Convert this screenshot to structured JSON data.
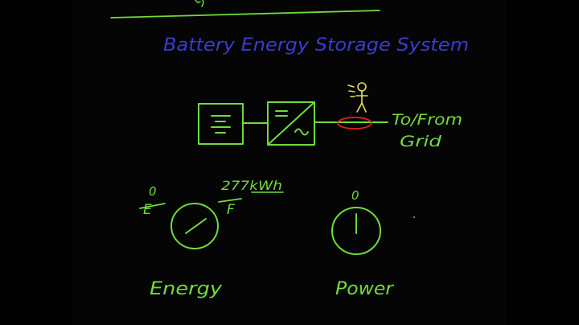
{
  "title": "Battery Energy Storage System",
  "labels": {
    "grid_line1": "To/From",
    "grid_line2": "Grid",
    "capacity": "277kWh",
    "energy_zero": "0",
    "energy_empty": "E",
    "energy_full": "F",
    "power_zero": "0",
    "energy": "Energy",
    "power": "Power"
  },
  "colors": {
    "background": "#000000",
    "title_blue": "#3a3ad6",
    "ink_green": "#6fdc3a",
    "person_yellow": "#e8df4a",
    "highlight_red": "#e02020"
  },
  "icons": [
    "battery-icon",
    "inverter-icon",
    "person-icon",
    "energy-gauge-icon",
    "power-gauge-icon"
  ]
}
